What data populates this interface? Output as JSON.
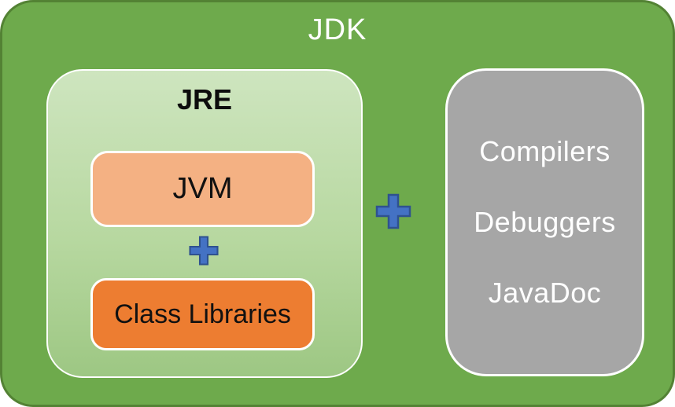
{
  "diagram": {
    "title": "JDK",
    "jre": {
      "title": "JRE",
      "jvm_label": "JVM",
      "class_libraries_label": "Class Libraries"
    },
    "tools": {
      "items": [
        "Compilers",
        "Debuggers",
        "JavaDoc"
      ]
    },
    "icons": {
      "plus_small": "plus-icon",
      "plus_large": "plus-icon"
    },
    "colors": {
      "outer_green": "#6EAA4C",
      "outer_border": "#538234",
      "jre_gradient_top": "#CEE5BF",
      "jre_gradient_bottom": "#9DC783",
      "jvm_fill": "#F4B183",
      "class_libraries_fill": "#ED7D31",
      "tools_fill": "#A6A6A6",
      "plus_fill": "#4472C4",
      "plus_border": "#2F528F",
      "box_border_white": "#FFFFFF",
      "title_text": "#FFFFFF",
      "inner_text": "#111111"
    }
  }
}
